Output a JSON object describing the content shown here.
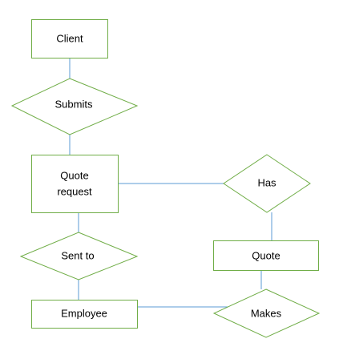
{
  "diagram": {
    "style": {
      "shape_stroke": "#70ad47",
      "connector_stroke": "#5b9bd5",
      "text_color": "#000000"
    },
    "nodes": {
      "client": {
        "shape": "rectangle",
        "label": "Client"
      },
      "submits": {
        "shape": "diamond",
        "label": "Submits"
      },
      "quote_request": {
        "shape": "rectangle",
        "label_lines": [
          "Quote",
          "request"
        ]
      },
      "has": {
        "shape": "diamond",
        "label": "Has"
      },
      "sent_to": {
        "shape": "diamond",
        "label": "Sent to"
      },
      "quote": {
        "shape": "rectangle",
        "label": "Quote"
      },
      "employee": {
        "shape": "rectangle",
        "label": "Employee"
      },
      "makes": {
        "shape": "diamond",
        "label": "Makes"
      }
    },
    "edges": [
      {
        "from": "client",
        "to": "submits"
      },
      {
        "from": "submits",
        "to": "quote_request"
      },
      {
        "from": "quote_request",
        "to": "has"
      },
      {
        "from": "has",
        "to": "quote"
      },
      {
        "from": "quote_request",
        "to": "sent_to"
      },
      {
        "from": "sent_to",
        "to": "employee"
      },
      {
        "from": "quote",
        "to": "makes"
      },
      {
        "from": "employee",
        "to": "makes"
      }
    ]
  }
}
